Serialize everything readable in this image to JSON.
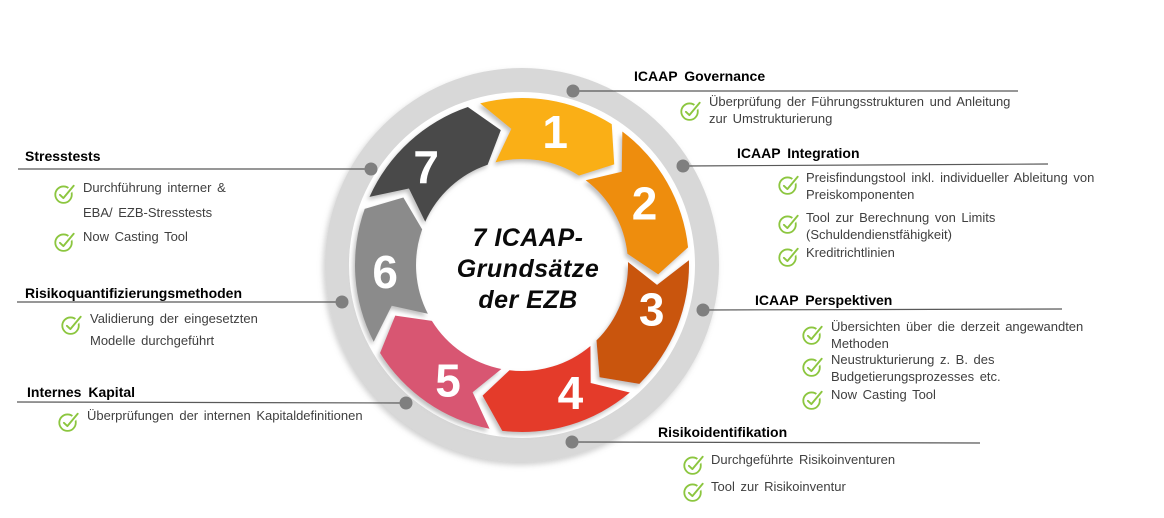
{
  "center_title_lines": [
    "7 ICAAP-",
    "Grundsätze",
    "der EZB"
  ],
  "segments": [
    {
      "number": "1",
      "color": "#FAAF16"
    },
    {
      "number": "2",
      "color": "#EE8D0B"
    },
    {
      "number": "3",
      "color": "#C9540F"
    },
    {
      "number": "4",
      "color": "#E43A2B"
    },
    {
      "number": "5",
      "color": "#D85672"
    },
    {
      "number": "6",
      "color": "#8B8B8B"
    },
    {
      "number": "7",
      "color": "#484848"
    }
  ],
  "sections": [
    {
      "id": "icaap-governance",
      "title": "ICAAP Governance",
      "items": [
        [
          "Überprüfung der Führungsstrukturen und Anleitung",
          "zur Umstrukturierung"
        ]
      ]
    },
    {
      "id": "icaap-integration",
      "title": "ICAAP Integration",
      "items": [
        [
          "Preisfindungstool inkl. individueller Ableitung von",
          "Preiskomponenten"
        ],
        [
          "Tool zur Berechnung von Limits",
          "(Schuldendienstfähigkeit)"
        ],
        [
          "Kreditrichtlinien"
        ]
      ]
    },
    {
      "id": "icaap-perspektiven",
      "title": "ICAAP Perspektiven",
      "items": [
        [
          "Übersichten über die derzeit angewandten",
          "Methoden"
        ],
        [
          "Neustrukturierung z. B. des",
          "Budgetierungsprozesses etc."
        ],
        [
          "Now Casting Tool"
        ]
      ]
    },
    {
      "id": "risikoidentifikation",
      "title": "Risikoidentifikation",
      "items": [
        [
          "Durchgeführte Risikoinventuren"
        ],
        [
          "Tool zur Risikoinventur"
        ]
      ]
    },
    {
      "id": "stresstests",
      "title": "Stresstests",
      "items": [
        [
          "Durchführung interner &",
          "EBA/ EZB-Stresstests"
        ],
        [
          "Now Casting Tool"
        ]
      ]
    },
    {
      "id": "risikoquantifizierungsmethoden",
      "title": "Risikoquantifizierungsmethoden",
      "items": [
        [
          "Validierung der eingesetzten",
          "Modelle durchgeführt"
        ]
      ]
    },
    {
      "id": "internes-kapital",
      "title": "Internes Kapital",
      "items": [
        [
          "Überprüfungen der internen Kapitaldefinitionen"
        ]
      ]
    }
  ],
  "colors": {
    "ring": "#D8D8D8",
    "dot": "#7F7F7F",
    "line": "#595959",
    "check": "#8CC63F",
    "number_text": "#FFFFFF",
    "body_text": "#3F3F3F",
    "header_text": "#000000"
  }
}
